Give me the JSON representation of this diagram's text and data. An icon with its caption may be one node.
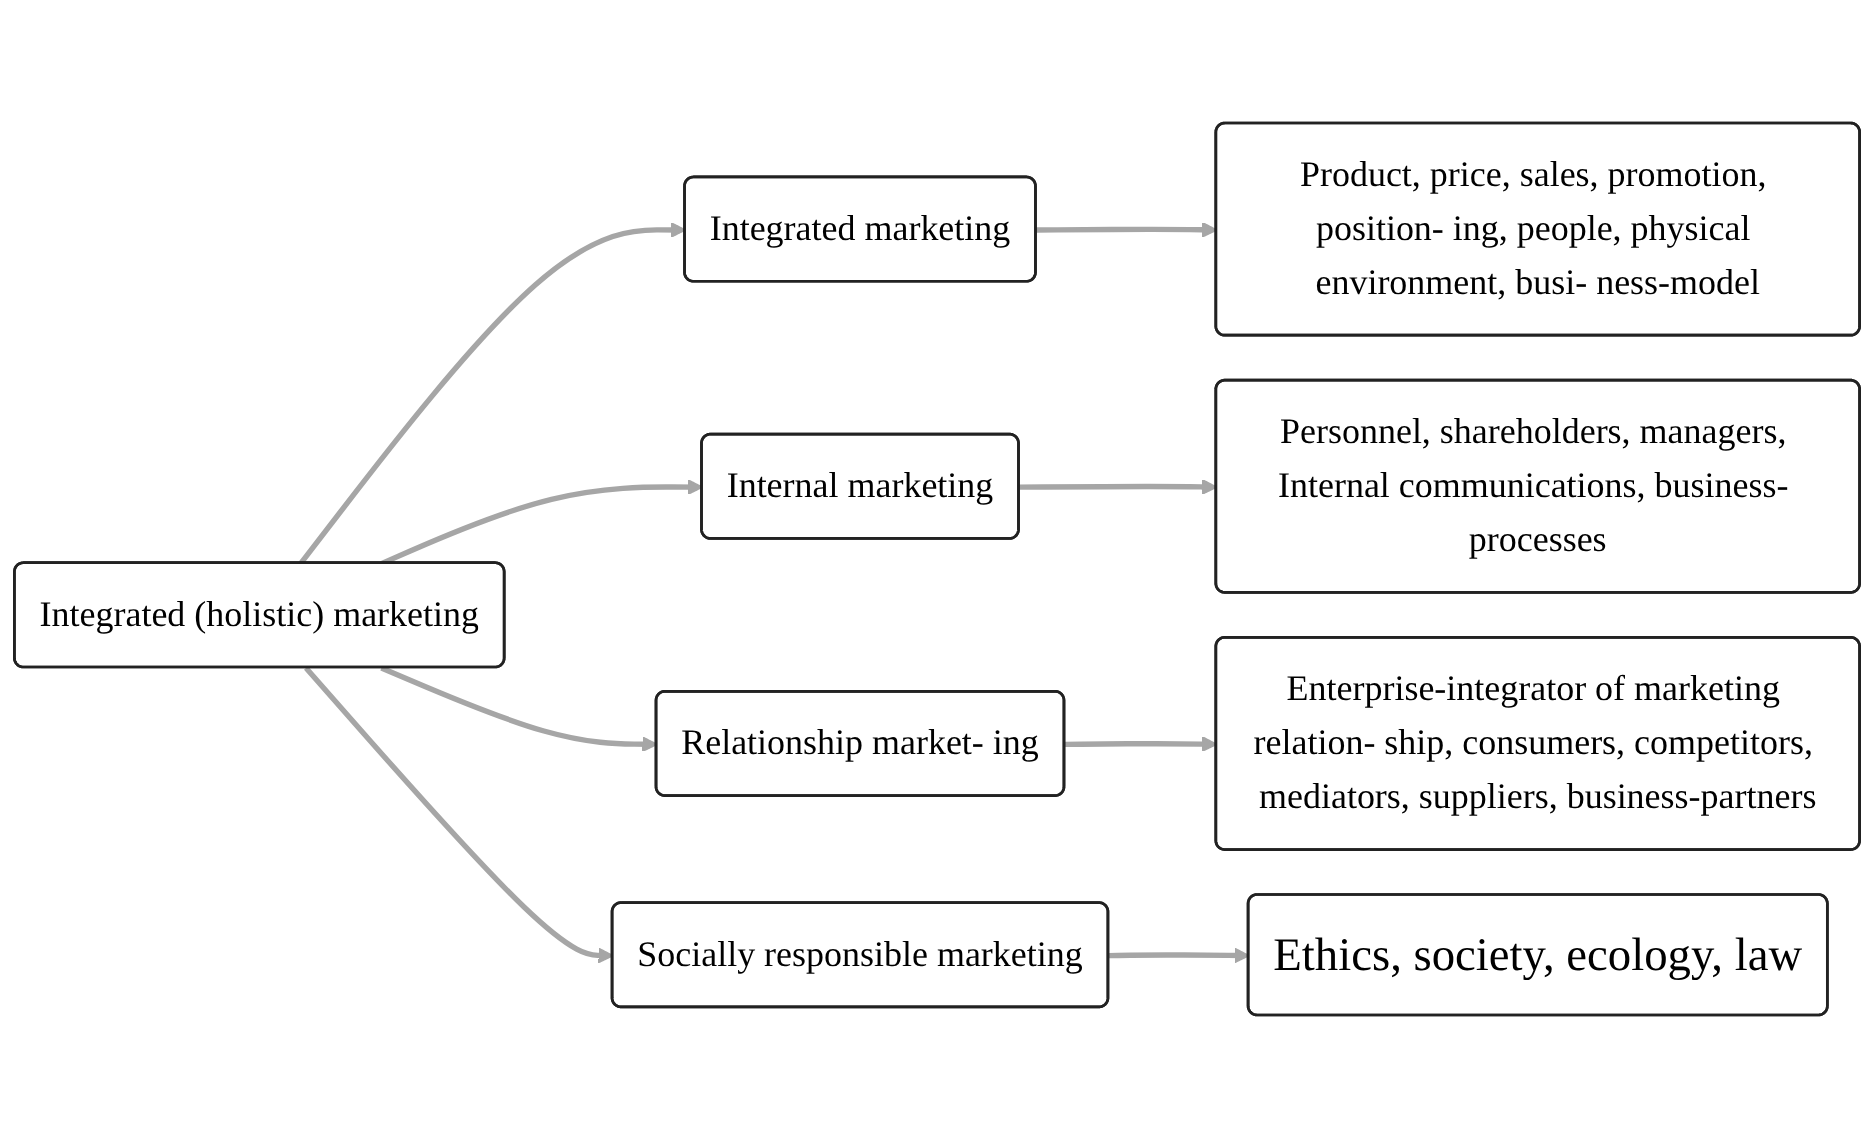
{
  "diagram": {
    "nodes": [
      {
        "text": [
          "Integrated (holistic) marketing"
        ]
      },
      {
        "text": [
          "Integrated marketing"
        ]
      },
      {
        "text": [
          "Internal marketing"
        ]
      },
      {
        "text": [
          "Relationship market- ing"
        ]
      },
      {
        "text": [
          "Socially responsible marketing"
        ]
      },
      {
        "text": [
          "Product, price, sales, promotion, position- ing, people, physical environment, busi- ness-model"
        ]
      },
      {
        "text": [
          "Personnel, shareholders, managers, Internal communications, business- processes"
        ]
      },
      {
        "text": [
          "Enterprise-integrator of marketing relation- ship, consumers, competitors, mediators, suppliers, business-partners"
        ]
      },
      {
        "text": [
          "Ethics, society, ecology, law"
        ]
      }
    ],
    "edges": [
      {
        "from": 0,
        "to": 1,
        "arrow": "to"
      },
      {
        "from": 0,
        "to": 2,
        "arrow": "to"
      },
      {
        "from": 0,
        "to": 3,
        "arrow": "to"
      },
      {
        "from": 0,
        "to": 4,
        "arrow": "to"
      },
      {
        "from": 1,
        "to": 5,
        "arrow": "to"
      },
      {
        "from": 2,
        "to": 6,
        "arrow": "to"
      },
      {
        "from": 3,
        "to": 7,
        "arrow": "to"
      },
      {
        "from": 4,
        "to": 8,
        "arrow": "to"
      }
    ]
  }
}
